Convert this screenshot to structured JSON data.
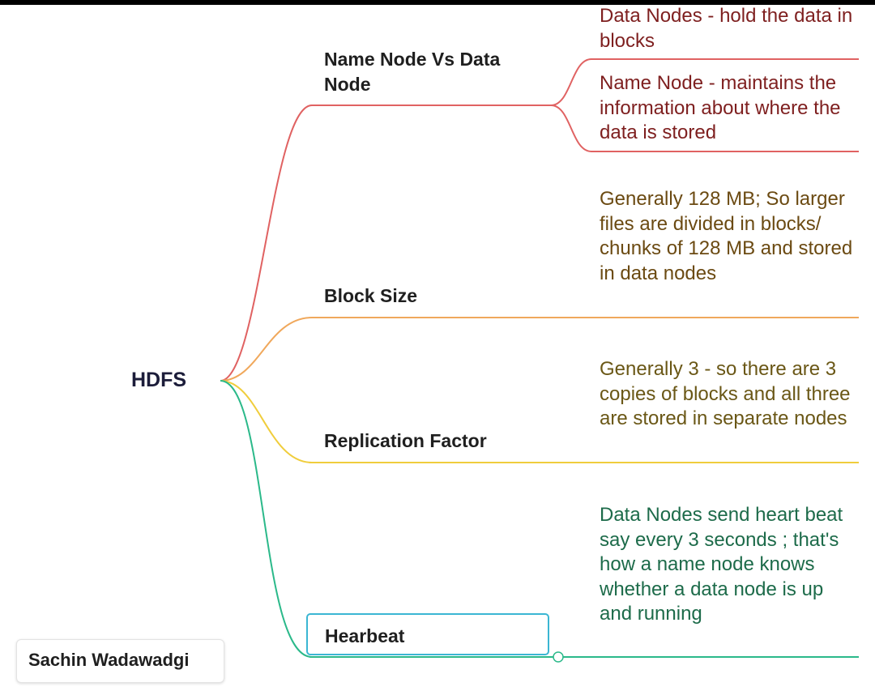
{
  "mindmap": {
    "root": "HDFS",
    "branches": [
      {
        "label": "Name Node Vs Data Node",
        "color": "#e06262",
        "leaves": [
          "Data Nodes - hold the data in blocks",
          "Name Node - maintains the information about where the data is stored"
        ]
      },
      {
        "label": "Block Size",
        "color": "#f0a85c",
        "leaves": [
          "Generally 128 MB; So larger files are divided in blocks/ chunks of 128 MB and stored in data nodes"
        ]
      },
      {
        "label": "Replication Factor",
        "color": "#f0cd3c",
        "leaves": [
          "Generally 3 - so there are 3 copies of blocks and all three are stored in separate nodes"
        ]
      },
      {
        "label": "Hearbeat",
        "color": "#2bb98a",
        "leaves": [
          "Data Nodes send heart beat say every 3 seconds ; that's how a name node knows whether a data node is up and running"
        ]
      }
    ]
  },
  "author": "Sachin Wadawadgi",
  "colors": {
    "selection": "#3bb6d3",
    "root_text": "#1c1d3a"
  }
}
